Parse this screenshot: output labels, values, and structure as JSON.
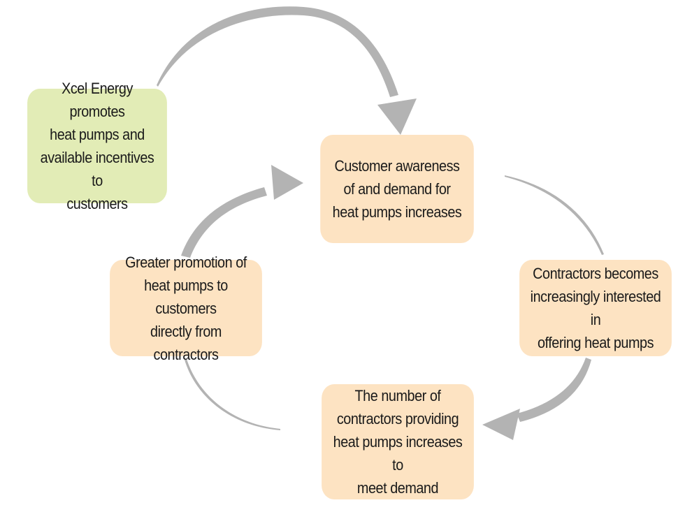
{
  "diagram": {
    "nodes": {
      "xcel": {
        "lines": [
          "Xcel Energy promotes",
          "heat pumps and",
          "available incentives to",
          "customers"
        ]
      },
      "awareness": {
        "lines": [
          "Customer awareness",
          "of and demand for",
          "heat pumps increases"
        ]
      },
      "contractors": {
        "lines": [
          "Contractors becomes",
          "increasingly interested in",
          "offering heat pumps"
        ]
      },
      "number": {
        "lines": [
          "The number of",
          "contractors providing",
          "heat pumps increases to",
          "meet demand"
        ]
      },
      "promotion": {
        "lines": [
          "Greater promotion of",
          "heat pumps to customers",
          "directly from contractors"
        ]
      }
    },
    "edges": [
      {
        "from": "xcel",
        "to": "awareness"
      },
      {
        "from": "awareness",
        "to": "contractors"
      },
      {
        "from": "contractors",
        "to": "number"
      },
      {
        "from": "number",
        "to": "promotion"
      },
      {
        "from": "promotion",
        "to": "awareness"
      }
    ],
    "colors": {
      "start_box": "#e2ecb6",
      "cycle_box": "#fde3c2",
      "arrow": "#b3b3b3",
      "text": "#1a1a1a"
    }
  }
}
